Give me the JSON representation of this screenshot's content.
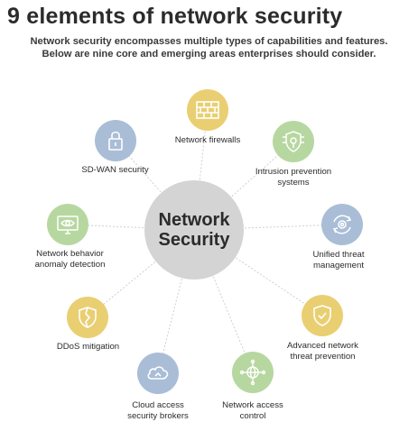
{
  "title": "9 elements of network security",
  "subtitle": {
    "line1": "Network security encompasses multiple types of capabilities and features.",
    "line2": "Below are nine core and emerging areas enterprises should consider."
  },
  "center": {
    "line1": "Network",
    "line2": "Security"
  },
  "colors": {
    "yellow": "#e9cf72",
    "green": "#b7d7a0",
    "blue": "#a9bdd6",
    "center": "#d4d4d4"
  },
  "elements": [
    {
      "icon": "brick-wall-icon",
      "color": "yellow",
      "lines": [
        "Network firewalls"
      ]
    },
    {
      "icon": "circuit-shield-icon",
      "color": "green",
      "lines": [
        "Intrusion prevention",
        "systems"
      ]
    },
    {
      "icon": "gear-cycle-icon",
      "color": "blue",
      "lines": [
        "Unified threat",
        "management"
      ]
    },
    {
      "icon": "shield-check-icon",
      "color": "yellow",
      "lines": [
        "Advanced network",
        "threat prevention"
      ]
    },
    {
      "icon": "network-globe-icon",
      "color": "green",
      "lines": [
        "Network access",
        "control"
      ]
    },
    {
      "icon": "cloud-icon",
      "color": "blue",
      "lines": [
        "Cloud access",
        "security brokers"
      ]
    },
    {
      "icon": "broken-shield-icon",
      "color": "yellow",
      "lines": [
        "DDoS mitigation"
      ]
    },
    {
      "icon": "monitor-eye-icon",
      "color": "green",
      "lines": [
        "Network behavior",
        "anomaly detection"
      ]
    },
    {
      "icon": "padlock-icon",
      "color": "blue",
      "lines": [
        "SD-WAN security"
      ]
    }
  ]
}
